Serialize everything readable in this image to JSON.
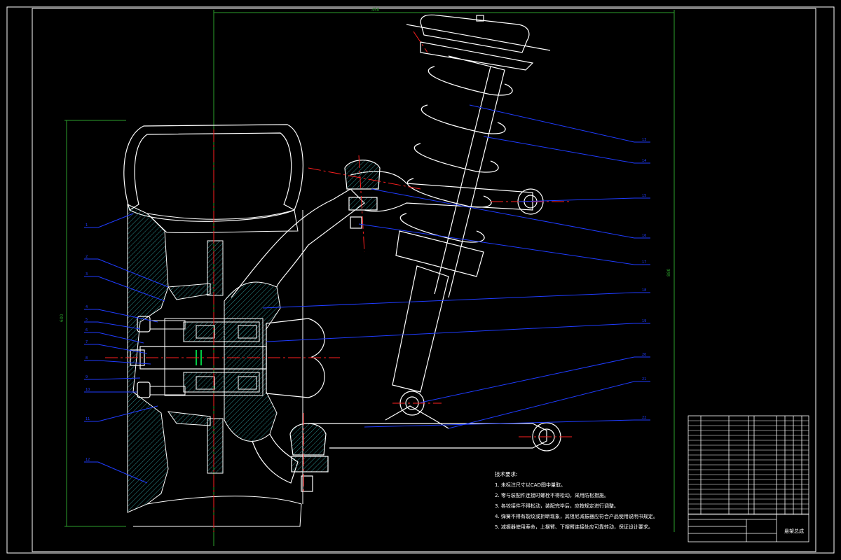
{
  "drawing": {
    "type": "cad-assembly-drawing",
    "title_block_name": "悬架总成",
    "dim_top": "450",
    "dim_right": "880",
    "dim_left": "600",
    "technical_requirements": {
      "title": "技术要求:",
      "items": [
        "1. 未标注尺寸以CAD图中量取。",
        "2. 零与装配件连接时螺栓不得松动，采用防松措施。",
        "3. 各铰接件不得松动，装配完毕后，应按规定进行调整。",
        "4. 弹簧不得有裂纹或折断现象，其阻尼减振器应符合产品使用说明书规定。",
        "5. 减振器使用寿命，上摆臂、下摆臂连接处应可靠转动，保证设计要求。"
      ]
    },
    "callouts_left": [
      "1",
      "2",
      "3",
      "4",
      "5",
      "6",
      "7",
      "8",
      "9",
      "10",
      "11",
      "12"
    ],
    "callouts_right": [
      "13",
      "14",
      "15",
      "16",
      "17",
      "18",
      "19",
      "20",
      "21",
      "22"
    ],
    "colors": {
      "outline": "#ffffff",
      "frame": "#ffffff",
      "leader": "#1f3cff",
      "centerline": "#ff2020",
      "dimension": "#2ca02c",
      "hatch": "#2a8a8a",
      "bushing": "#00cc44",
      "background": "#000000"
    }
  }
}
